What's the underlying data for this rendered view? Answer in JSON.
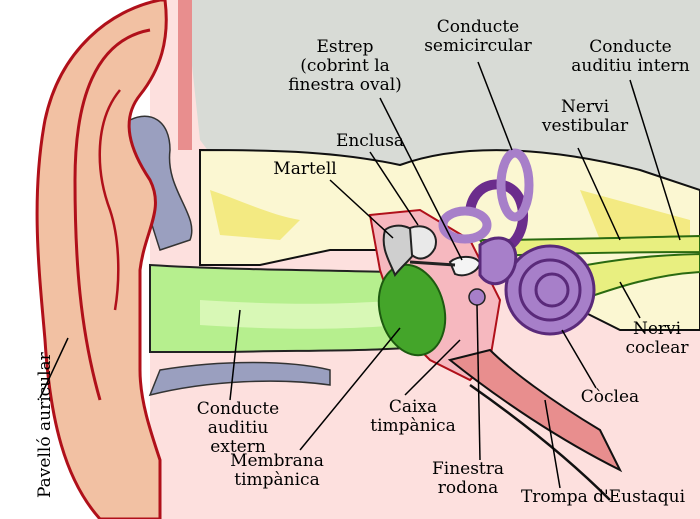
{
  "labels": {
    "conducte_semicircular": "Conducte\nsemicircular",
    "conducte_auditiu_intern": "Conducte\nauditiu intern",
    "estrep": "Estrep\n(cobrint la\nfinestra oval)",
    "nervi_vestibular": "Nervi\nvestibular",
    "enclusa": "Enclusa",
    "martell": "Martell",
    "nervi_coclear": "Nervi\ncoclear",
    "coclea": "Còclea",
    "conducte_auditiu_extern": "Conducte\nauditiu extern",
    "caixa_timpanica": "Caixa\ntimpànica",
    "membrana_timpanica": "Membrana\ntimpànica",
    "finestra_rodona": "Finestra\nrodona",
    "trompa_eustaqui": "Trompa d'Eustaqui",
    "pavello_auricular": "Pavelló auricular"
  },
  "colors": {
    "skull": "#d8dbd6",
    "skin": "#fde0de",
    "ear": "#f2c1a3",
    "ear_outline": "#b0101a",
    "canal": "#b6ef8e",
    "bone": "#fbf7d2",
    "inner_ear": "#a77fc9",
    "nerve": "#e8ef80",
    "cartilage": "#9a9fbf",
    "middle_ear": "#f6b8bf",
    "eardrum": "#44a52a"
  }
}
